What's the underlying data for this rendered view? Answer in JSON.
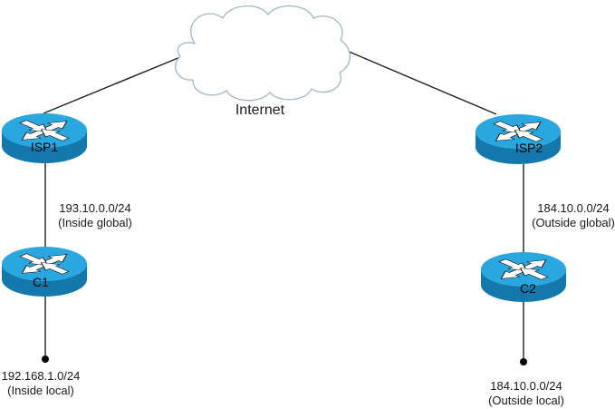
{
  "diagram": {
    "cloud": {
      "label": "Internet"
    },
    "routers": [
      {
        "id": "isp1",
        "label": "ISP1"
      },
      {
        "id": "isp2",
        "label": "ISP2"
      },
      {
        "id": "c1",
        "label": "C1"
      },
      {
        "id": "c2",
        "label": "C2"
      }
    ],
    "ip_labels": {
      "inside_global": {
        "cidr": "193.10.0.0/24",
        "scope": "(Inside global)"
      },
      "outside_global": {
        "cidr": "184.10.0.0/24",
        "scope": "(Outside global)"
      },
      "inside_local": {
        "cidr": "192.168.1.0/24",
        "scope": "(Inside local)"
      },
      "outside_local": {
        "cidr": "184.10.0.0/24",
        "scope": "(Outside local)"
      }
    },
    "icons": {
      "router": "cisco-router-cylinder-with-crossed-arrows",
      "cloud": "internet-cloud-outline",
      "endpoint": "filled-dot"
    },
    "colors": {
      "router_top": "#2BA7E0",
      "router_body": "#1478AC",
      "arrow_fill": "#ffffff",
      "cloud_stroke": "#9EB8C2",
      "cloud_fill": "#ffffff",
      "link": "#1f1f1f",
      "dot": "#000000",
      "text": "#1a1a1a"
    }
  }
}
